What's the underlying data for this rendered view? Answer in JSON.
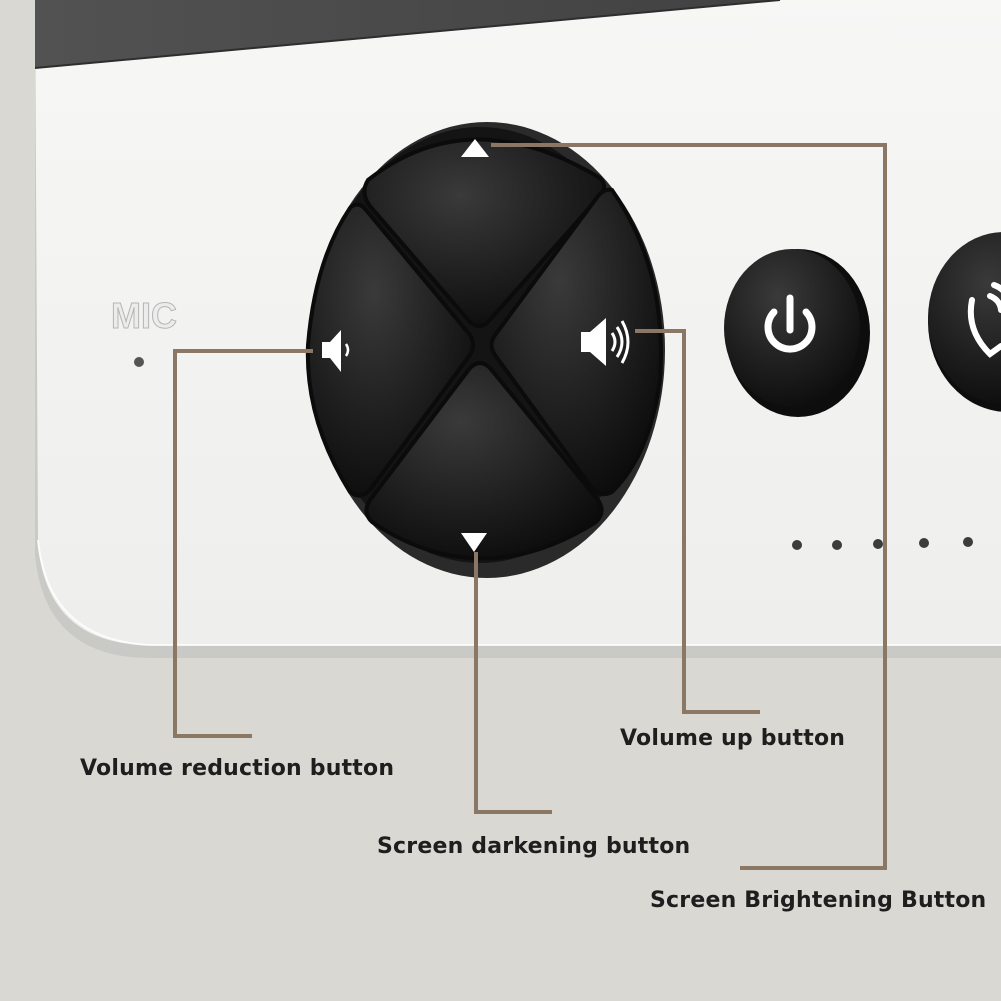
{
  "device": {
    "mic_label": "MIC",
    "accent_color": "#8a7764",
    "panel_color": "#f2f2f2",
    "button_color": "#1b1b1b"
  },
  "icons": {
    "up": "triangle-up-icon",
    "down": "triangle-down-icon",
    "volume_down": "speaker-low-icon",
    "volume_up": "speaker-high-icon",
    "power": "power-icon",
    "phone": "phone-icon"
  },
  "callouts": {
    "volume_reduction": "Volume reduction button",
    "volume_up": "Volume up button",
    "screen_darkening": "Screen darkening button",
    "screen_brightening": "Screen Brightening Button"
  }
}
